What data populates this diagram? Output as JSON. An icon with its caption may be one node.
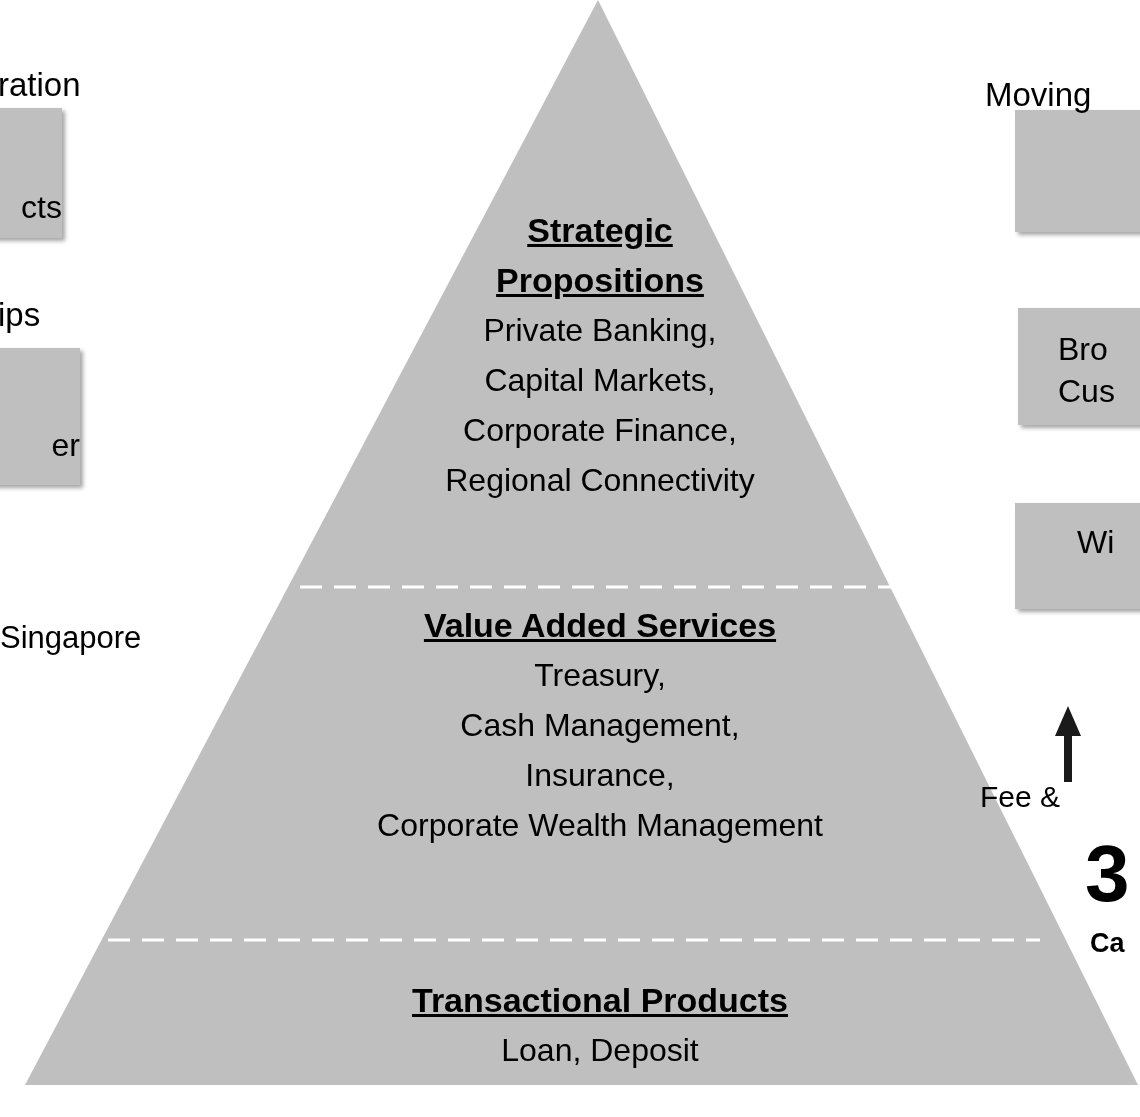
{
  "diagram": {
    "nodes": [
      {
        "text": [
          "Strategic Propositions",
          "Private Banking, Capital Markets, Corporate Finance, Regional Connectivity"
        ]
      },
      {
        "text": [
          "Value Added Services",
          "Treasury, Cash Management, Insurance, Corporate Wealth Management"
        ]
      },
      {
        "text": [
          "Transactional Products",
          "Loan, Deposit"
        ]
      },
      {
        "text": [
          "cts"
        ]
      },
      {
        "text": [
          "er"
        ]
      },
      {
        "text": [],
        "shape": "box"
      },
      {
        "text": [
          "Bro Cus"
        ]
      },
      {
        "text": [
          "Wi"
        ]
      }
    ],
    "edges": [],
    "labels": [
      "ration",
      "ips",
      "Singapore",
      "Moving",
      "Fee &",
      "3",
      "Ca"
    ]
  }
}
